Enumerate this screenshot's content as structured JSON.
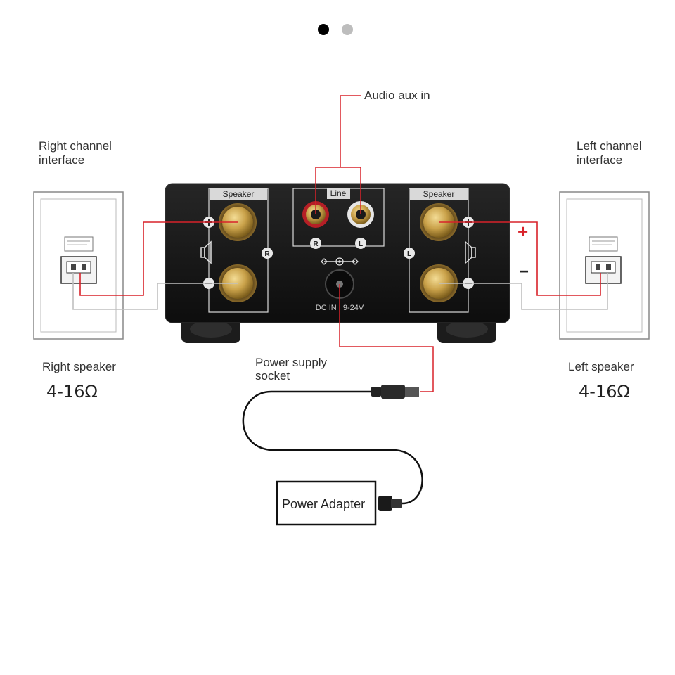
{
  "pager": {
    "total": 2,
    "active": 1
  },
  "labels": {
    "audio_aux_in": "Audio aux in",
    "right_channel_line1": "Right channel",
    "right_channel_line2": "interface",
    "left_channel_line1": "Left channel",
    "left_channel_line2": "interface",
    "right_speaker": "Right speaker",
    "left_speaker": "Left speaker",
    "right_impedance": "4-16Ω",
    "left_impedance": "4-16Ω",
    "power_socket_line1": "Power supply",
    "power_socket_line2": "socket",
    "power_adapter": "Power  Adapter",
    "plus_sign": "+",
    "minus_sign": "−"
  },
  "panel": {
    "speaker_left": "Speaker",
    "speaker_right": "Speaker",
    "line": "Line",
    "rca_r": "R",
    "rca_l": "L",
    "channel_r": "R",
    "channel_l": "L",
    "dc_in": "DC IN : 9-24V"
  },
  "colors": {
    "wire_positive": "#d8222a",
    "wire_negative": "#bfbfbf",
    "callout_line": "#d8222a",
    "amp_body": "#151515",
    "terminal_gold": "#caa24a"
  },
  "icons": [
    "speaker-symbol-icon",
    "dc-polarity-icon"
  ]
}
